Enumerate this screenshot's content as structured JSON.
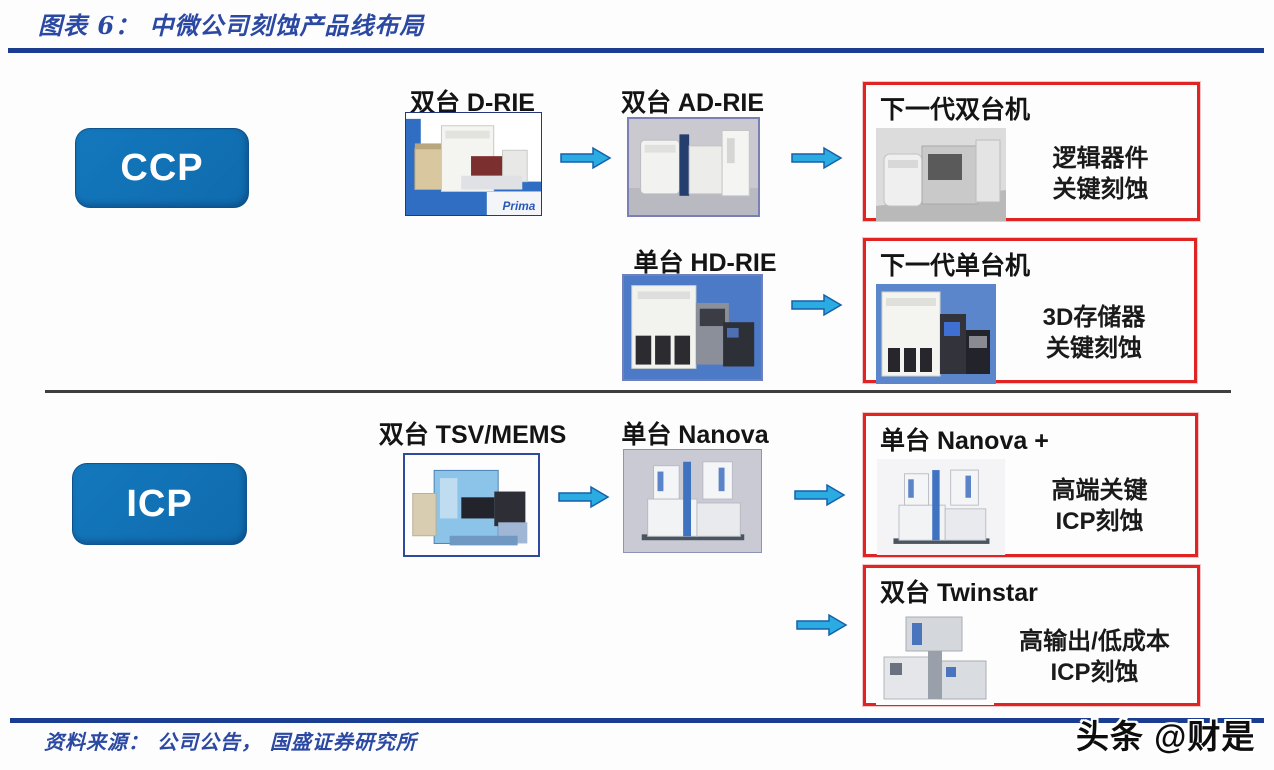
{
  "header": {
    "title": "图表 6：  中微公司刻蚀产品线布局"
  },
  "footer": {
    "source": "资料来源：  公司公告，  国盛证券研究所",
    "watermark": "头条 @财是"
  },
  "sections": {
    "ccp": {
      "label": "CCP"
    },
    "icp": {
      "label": "ICP"
    }
  },
  "nodes": {
    "drie": {
      "label": "双台 D-RIE",
      "logo": "Prima"
    },
    "adrie": {
      "label": "双台 AD-RIE"
    },
    "hdrie": {
      "label": "单台 HD-RIE"
    },
    "tsvmems": {
      "label": "双台 TSV/MEMS"
    },
    "nanova": {
      "label": "单台 Nanova"
    }
  },
  "boxes": {
    "next_dual": {
      "title": "下一代双台机",
      "line1": "逻辑器件",
      "line2": "关键刻蚀"
    },
    "next_single": {
      "title": "下一代单台机",
      "line1": "3D存储器",
      "line2": "关键刻蚀"
    },
    "nanova_plus": {
      "title": "单台 Nanova +",
      "line1": "高端关键",
      "line2": "ICP刻蚀"
    },
    "twinstar": {
      "title": "双台 Twinstar",
      "line1": "高输出/低成本",
      "line2": "ICP刻蚀"
    }
  },
  "colors": {
    "badge_blue": "#1272b8",
    "rule_blue": "#1b3d91",
    "arrow_fill": "#2aabe2",
    "arrow_stroke": "#1660a8",
    "box_border_red": "#e02424",
    "caption_blue": "#2b49a3"
  }
}
